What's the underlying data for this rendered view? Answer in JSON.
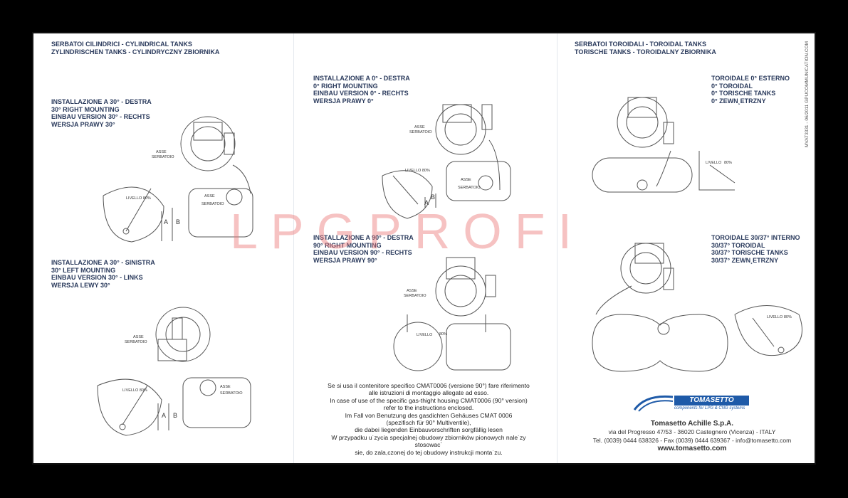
{
  "cylindrical": {
    "title_1": "SERBATOI CILINDRICI - CYLINDRICAL TANKS",
    "title_2": "ZYLINDRISCHEN TANKS - CYLINDRYCZNY ZBIORNIKA",
    "right30": [
      "INSTALLAZIONE A 30° - DESTRA",
      "30° RIGHT MOUNTING",
      "EINBAU VERSION 30° - RECHTS",
      "WERSJA PRAWY 30°"
    ],
    "left30": [
      "INSTALLAZIONE A 30° - SINISTRA",
      "30° LEFT MOUNTING",
      "EINBAU VERSION 30° - LINKS",
      "WERSJA LEWY 30°"
    ]
  },
  "middle": {
    "right0": [
      "INSTALLAZIONE A 0° - DESTRA",
      "0° RIGHT MOUNTING",
      "EINBAU VERSION 0° - RECHTS",
      "WERSJA PRAWY 0°"
    ],
    "right90": [
      "INSTALLAZIONE A 90° - DESTRA",
      "90° RIGHT MOUNTING",
      "EINBAU VERSION 90° - RECHTS",
      "WERSJA PRAWY 90°"
    ]
  },
  "toroidal": {
    "title_1": "SERBATOI TOROIDALI - TOROIDAL TANKS",
    "title_2": "TORISCHE TANKS - TOROIDALNY ZBIORNIKA",
    "external0": [
      "TOROIDALE 0° ESTERNO",
      "0° TOROIDAL",
      "0° TORISCHE TANKS",
      "0° ZEWN¸ETRZNY"
    ],
    "internal30": [
      "TOROIDALE 30/37° INTERNO",
      "30/37° TOROIDAL",
      "30/37° TORISCHE TANKS",
      "30/37° ZEWN¸ETRZNY"
    ]
  },
  "diagram_labels": {
    "asse": "ASSE",
    "serbatoio": "SERBATOIO",
    "livello_80": "LIVELLO 80%",
    "livello": "LIVELLO",
    "pct_80": "80%",
    "a": "A",
    "b": "B"
  },
  "note": [
    "Se si usa il contenitore specifico CMAT0006 (versione 90°) fare riferimento",
    "alle istruzioni di montaggio allegate ad esso.",
    "In case of use of the specific gas-thight housing CMAT0006 (90° version)",
    "refer to the instructions enclosed.",
    "Im Fall von Benutzung des gasdichten Gehäuses CMAT 0006",
    "(spezifisch für 90° Multiventile),",
    "die dabei liegenden Einbauvorschriften sorgfällig lesen",
    "W przypadku u˙zycia specjalnej obudowy zbiorników pionowych nale˙zy",
    "stosowac´",
    "sie, do zala,czonej do tej obudowy instrukcji monta˙zu."
  ],
  "vertical_code": "MVAT3331 - 06/2011 GPUCOMMUNICATION.COM",
  "watermark": "LPGPROFI",
  "logo": {
    "brand": "TOMASETTO ACHILLE",
    "tagline": "components for LPG & CNG systems",
    "color": "#1e5aa8"
  },
  "company": {
    "name": "Tomasetto Achille S.p.A.",
    "address": "via del Progresso 47/53 - 36020 Castegnero (Vicenza) - ITALY",
    "contacts": "Tel. (0039) 0444 638326 - Fax (0039) 0444 639367 - info@tomasetto.com",
    "website": "www.tomasetto.com"
  }
}
